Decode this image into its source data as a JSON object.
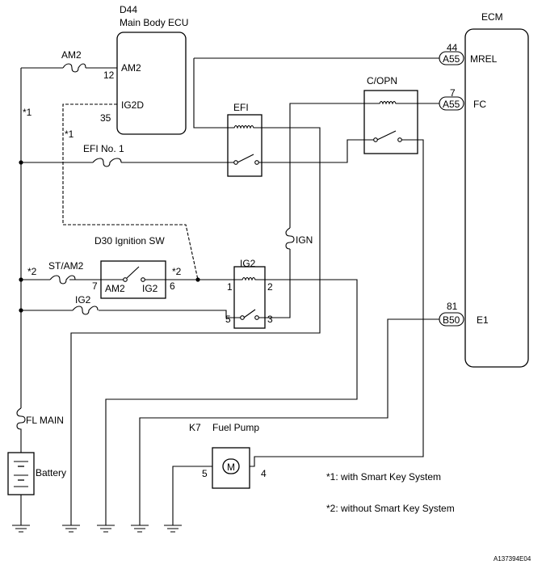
{
  "ecu_d44": {
    "ref": "D44",
    "name": "Main Body ECU",
    "pin_am2_label": "AM2",
    "pin_ig2d_label": "IG2D",
    "pin_am2_no": "12",
    "pin_ig2d_no": "35"
  },
  "ecm": {
    "title": "ECM",
    "mrel_no": "44",
    "mrel_conn": "A55",
    "mrel_label": "MREL",
    "fc_no": "7",
    "fc_conn": "A55",
    "fc_label": "FC",
    "e1_no": "81",
    "e1_conn": "B50",
    "e1_label": "E1"
  },
  "fuses": {
    "am2": "AM2",
    "efi": "EFI No. 1",
    "st_am2": "ST/AM2",
    "ig2": "IG2",
    "fl_main": "FL MAIN",
    "ign": "IGN"
  },
  "relays": {
    "efi": "EFI",
    "copn": "C/OPN",
    "ig2": "IG2",
    "ig2_pin1": "1",
    "ig2_pin2": "2",
    "ig2_pin5": "5",
    "ig2_pin3": "3"
  },
  "ignition_sw": {
    "title": "D30 Ignition SW",
    "am2": "AM2",
    "ig2": "IG2",
    "pin7": "7",
    "pin6": "6"
  },
  "fuel_pump": {
    "ref": "K7",
    "name": "Fuel Pump",
    "pin5": "5",
    "pin4": "4",
    "motor": "M"
  },
  "battery": {
    "label": "Battery"
  },
  "marks": {
    "star1_a": "*1",
    "star1_b": "*1",
    "star2_a": "*2",
    "star2_b": "*2"
  },
  "notes": {
    "note1": "*1: with Smart Key System",
    "note2": "*2: without Smart Key System"
  },
  "figure_id": "A137394E04"
}
